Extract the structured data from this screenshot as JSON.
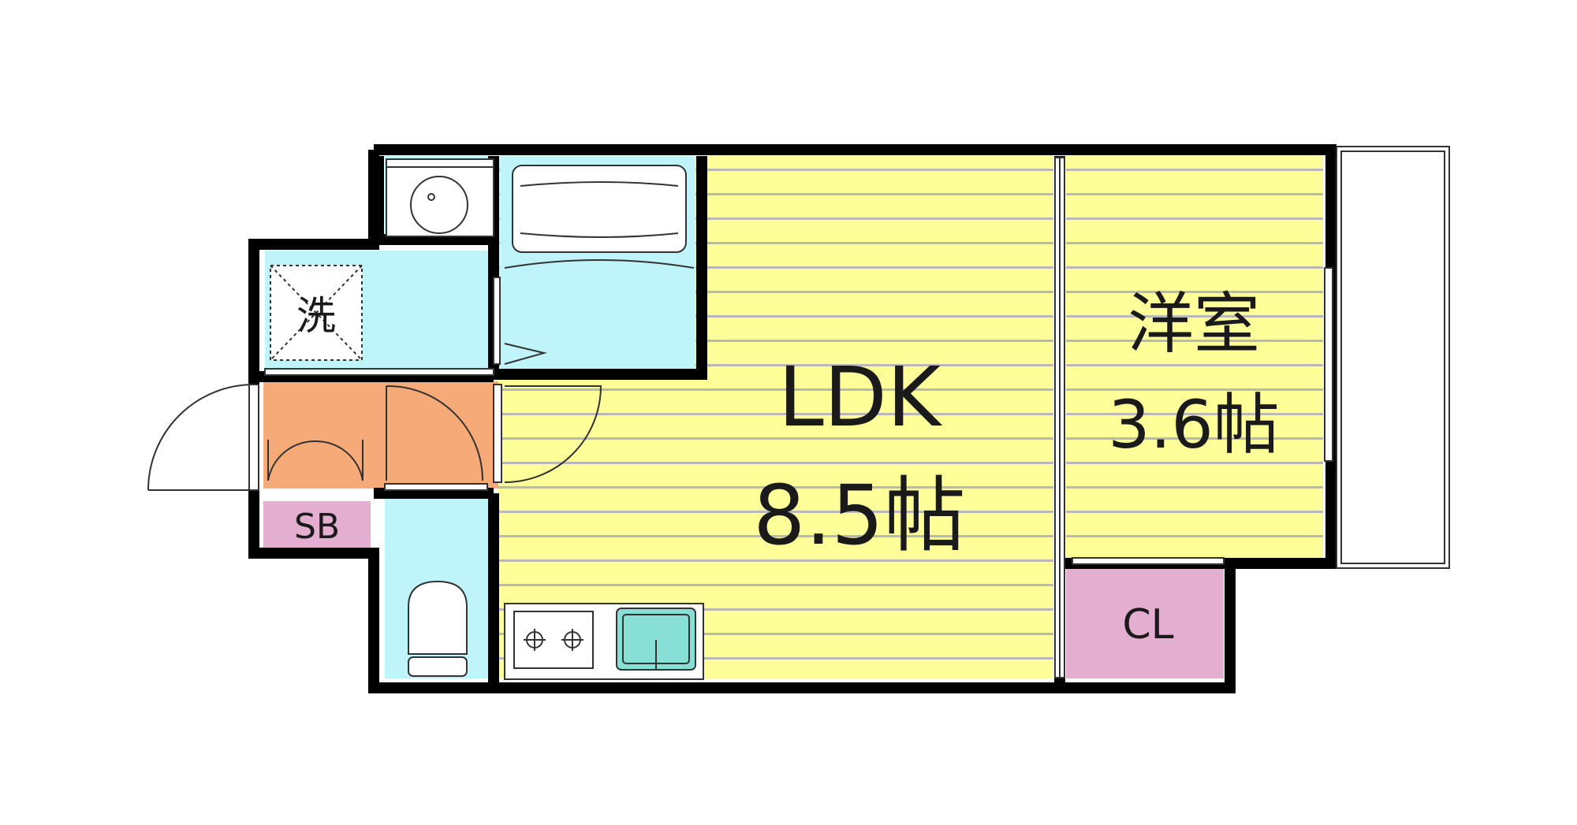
{
  "rooms": {
    "ldk": {
      "name": "LDK",
      "size": "8.5帖"
    },
    "western": {
      "name": "洋室",
      "size": "3.6帖"
    },
    "closet": {
      "name": "CL"
    },
    "shoebox": {
      "name": "SB"
    },
    "washer": {
      "name": "洗"
    }
  },
  "colors": {
    "ldk_fill": "#ffff99",
    "ldk_stripe": "#b8b8b8",
    "wet_area": "#bff4fb",
    "entrance": "#f5aa78",
    "storage": "#e4aed0",
    "sink_fill": "#88dfd6",
    "wall": "#000000"
  }
}
